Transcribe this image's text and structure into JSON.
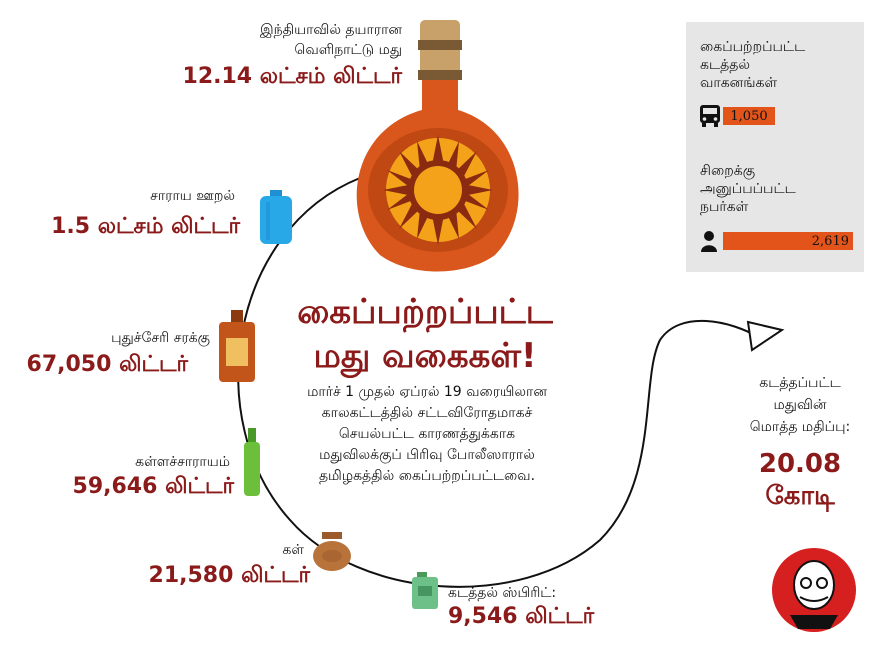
{
  "title_line1": "கைப்பற்றப்பட்ட",
  "title_line2": "மது வகைகள்!",
  "description": [
    "மார்ச் 1 முதல் ஏப்ரல் 19 வரையிலான",
    "காலகட்டத்தில் சட்டவிரோதமாகச்",
    "செயல்பட்ட காரணத்துக்காக",
    "மதுவிலக்குப் பிரிவு போலீஸாரால்",
    "தமிழகத்தில் கைப்பற்றப்பட்டவை."
  ],
  "items": [
    {
      "label_line1": "இந்தியாவில் தயாரான",
      "label_line2": "வெளிநாட்டு மது",
      "value": "12.14 லட்சம் லிட்டர்"
    },
    {
      "label": "சாராய ஊறல்",
      "value": "1.5 லட்சம் லிட்டர்"
    },
    {
      "label": "புதுச்சேரி சரக்கு",
      "value": "67,050 லிட்டர்"
    },
    {
      "label": "கள்ளச்சாராயம்",
      "value": "59,646 லிட்டர்"
    },
    {
      "label": "கள்",
      "value": "21,580 லிட்டர்"
    },
    {
      "label": "கடத்தல் ஸ்பிரிட்:",
      "value": "9,546 லிட்டர்"
    }
  ],
  "panel": {
    "vehicles_label": [
      "கைப்பற்றப்பட்ட",
      "கடத்தல்",
      "வாகனங்கள்"
    ],
    "vehicles_value": "1,050",
    "vehicles_fraction": 0.4,
    "jailed_label": [
      "சிறைக்கு",
      "அனுப்பப்பட்ட",
      "நபர்கள்"
    ],
    "jailed_value": "2,619",
    "jailed_fraction": 1.0
  },
  "total": {
    "label": [
      "கடத்தப்பட்ட",
      "மதுவின்",
      "மொத்த மதிப்பு:"
    ],
    "value_line1": "20.08",
    "value_line2": "கோடி"
  },
  "colors": {
    "accent": "#8b1a1a",
    "bar": "#e2541a",
    "panel": "#e6e6e6",
    "bottle": "#d9571c"
  },
  "icons": [
    "bus-icon",
    "person-icon",
    "logo-icon"
  ]
}
